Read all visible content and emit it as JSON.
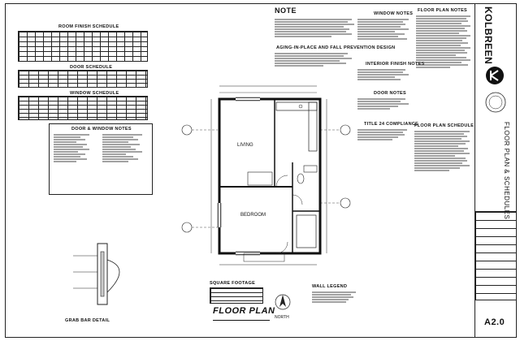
{
  "schedules": {
    "room_finish_title": "ROOM FINISH SCHEDULE",
    "door_title": "DOOR SCHEDULE",
    "window_title": "WINDOW SCHEDULE",
    "door_window_notes_title": "DOOR & WINDOW NOTES"
  },
  "notes": {
    "main_title": "NOTE",
    "aging_title": "AGING-IN-PLACE AND FALL PREVENTION DESIGN",
    "window_notes_title": "WINDOW NOTES",
    "interior_finish_title": "INTERIOR FINISH NOTES",
    "door_notes_title": "DOOR NOTES",
    "title24_title": "TITLE 24 COMPLIANCE",
    "floor_plan_notes_title": "FLOOR PLAN NOTES",
    "floor_plan_schedule_title": "FLOOR PLAN SCHEDULE"
  },
  "plan": {
    "title": "FLOOR PLAN",
    "room_living": "LIVING",
    "room_bedroom": "BEDROOM",
    "square_footage_title": "SQUARE FOOTAGE",
    "wall_legend_title": "WALL LEGEND",
    "north_label": "NORTH",
    "detail_title": "GRAB BAR DETAIL"
  },
  "title_block": {
    "firm": "KOLBREEN",
    "sheet_title": "FLOOR PLAN & SCHEDULES",
    "sheet_number": "A2.0"
  }
}
